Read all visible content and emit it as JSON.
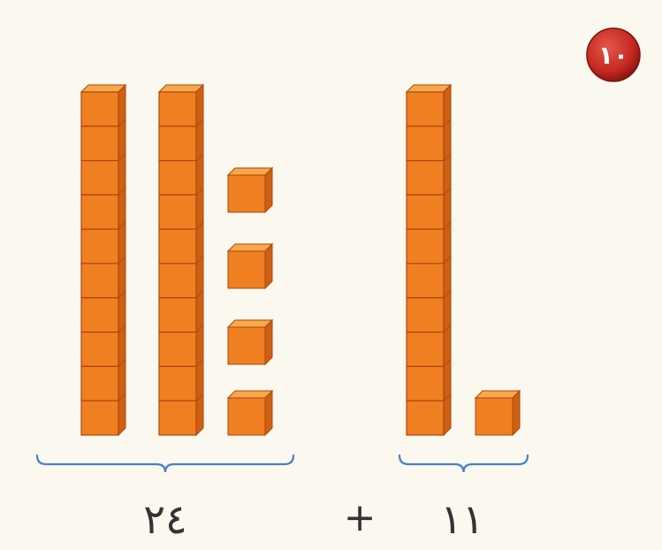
{
  "problem": {
    "number": "١٠",
    "badge_color": "#c62a22"
  },
  "groups": [
    {
      "name": "left-group",
      "number_text": "٢٤",
      "tens": 2,
      "ones": 4
    },
    {
      "name": "right-group",
      "number_text": "١١",
      "tens": 1,
      "ones": 1
    }
  ],
  "operator": "+",
  "colors": {
    "cube_front": "#f07f22",
    "cube_top": "#f8a84a",
    "cube_side": "#cf5f12",
    "cube_edge": "#a8480c",
    "brace": "#4a7fc6",
    "text": "#333333"
  }
}
